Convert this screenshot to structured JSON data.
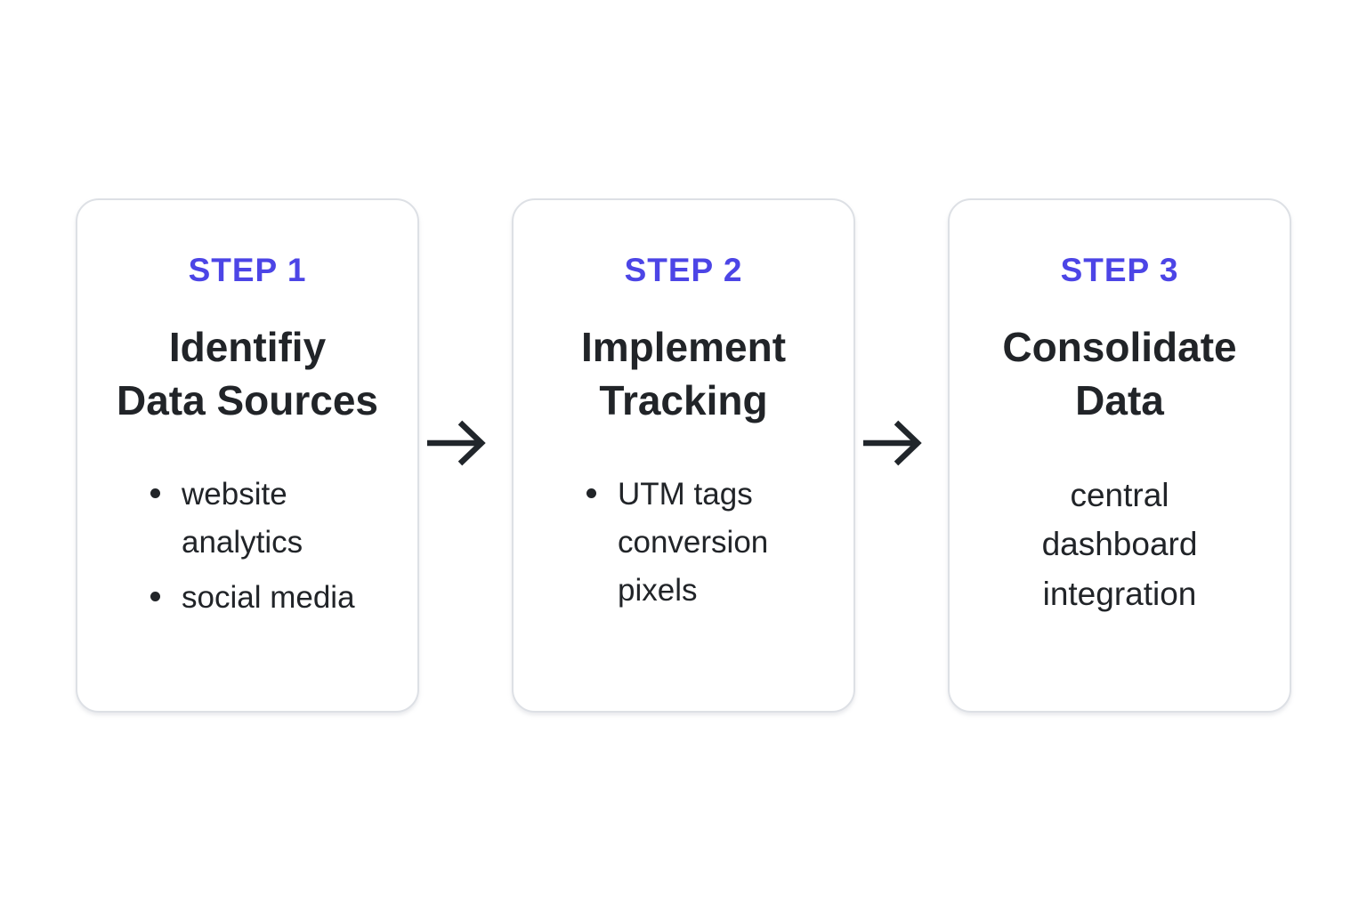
{
  "colors": {
    "accent": "#4c45e6",
    "ink": "#212428",
    "card_border": "#dde0e5",
    "background": "#ffffff"
  },
  "diagram": {
    "type": "process-flow",
    "steps": [
      {
        "label": "STEP 1",
        "title": "Identifiy\nData Sources",
        "bullets": [
          "website\nanalytics",
          "social media"
        ]
      },
      {
        "label": "STEP 2",
        "title": "Implement\nTracking",
        "bullets": [
          "UTM tags\nconversion\npixels"
        ]
      },
      {
        "label": "STEP 3",
        "title": "Consolidate\nData",
        "body": "central\ndashboard\nintegration"
      }
    ],
    "connector": "right-arrow"
  }
}
